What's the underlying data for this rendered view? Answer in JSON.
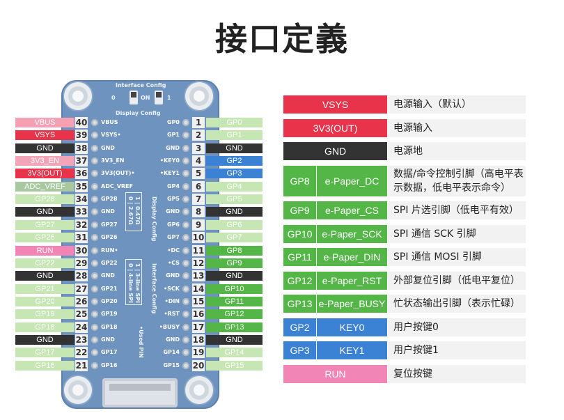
{
  "title": "接口定義",
  "colors": {
    "vbus": "#f6a0b4",
    "vsys": "#e8334a",
    "gnd": "#333333",
    "en": "#f2a5b8",
    "out": "#e8334a",
    "adc": "#a8c9a0",
    "gp_light": "#c6e7b4",
    "gp_green": "#55b648",
    "gp_blue": "#3b82d4",
    "run": "#f186b6",
    "board": "#6f93bf"
  },
  "board": {
    "top_caption": "Interface Config",
    "display_caption": "Display Config",
    "switch_on": "ON",
    "switch_labels": [
      "0",
      "1"
    ],
    "display_options": [
      "0 | 2.67Ω",
      "1 | 0.47Ω"
    ],
    "interface_caption": "Interface Config",
    "interface_options": [
      "0 | 4-line SPI",
      "1 | 3-line SPI"
    ],
    "used_pin": "•Used PIN"
  },
  "pins_left": [
    {
      "label": "VBUS",
      "num": "40",
      "name": "VBUS",
      "color": "vbus",
      "text": "#fff"
    },
    {
      "label": "VSYS",
      "num": "39",
      "name": "VSYS•",
      "color": "vsys",
      "text": "#fff"
    },
    {
      "label": "GND",
      "num": "38",
      "name": "GND",
      "color": "gnd",
      "text": "#fff"
    },
    {
      "label": "3V3_EN",
      "num": "37",
      "name": "3V3_EN",
      "color": "en",
      "text": "#fff"
    },
    {
      "label": "3V3(OUT)",
      "num": "36",
      "name": "3V3(OUT)•",
      "color": "out",
      "text": "#fff"
    },
    {
      "label": "ADC_VREF",
      "num": "35",
      "name": "ADC_VREF",
      "color": "adc",
      "text": "#fff"
    },
    {
      "label": "GP28",
      "num": "34",
      "name": "GP28",
      "color": "gp_light",
      "text": "#fff"
    },
    {
      "label": "GND",
      "num": "33",
      "name": "GND",
      "color": "gnd",
      "text": "#fff"
    },
    {
      "label": "GP27",
      "num": "32",
      "name": "GP27",
      "color": "gp_light",
      "text": "#fff"
    },
    {
      "label": "GP26",
      "num": "31",
      "name": "GP26",
      "color": "gp_light",
      "text": "#fff"
    },
    {
      "label": "RUN",
      "num": "30",
      "name": "RUN•",
      "color": "run",
      "text": "#fff"
    },
    {
      "label": "GP22",
      "num": "29",
      "name": "GP22",
      "color": "gp_light",
      "text": "#fff"
    },
    {
      "label": "GND",
      "num": "28",
      "name": "GND",
      "color": "gnd",
      "text": "#fff"
    },
    {
      "label": "GP21",
      "num": "27",
      "name": "GP21",
      "color": "gp_light",
      "text": "#fff"
    },
    {
      "label": "GP20",
      "num": "26",
      "name": "GP20",
      "color": "gp_light",
      "text": "#fff"
    },
    {
      "label": "GP19",
      "num": "25",
      "name": "GP19",
      "color": "gp_light",
      "text": "#fff"
    },
    {
      "label": "GP18",
      "num": "24",
      "name": "GP18",
      "color": "gp_light",
      "text": "#fff"
    },
    {
      "label": "GND",
      "num": "23",
      "name": "GND",
      "color": "gnd",
      "text": "#fff"
    },
    {
      "label": "GP17",
      "num": "22",
      "name": "GP17",
      "color": "gp_light",
      "text": "#fff"
    },
    {
      "label": "GP16",
      "num": "21",
      "name": "GP16",
      "color": "gp_light",
      "text": "#fff"
    }
  ],
  "pins_right": [
    {
      "label": "GP0",
      "num": "1",
      "name": "GP0",
      "color": "gp_light",
      "text": "#fff"
    },
    {
      "label": "GP1",
      "num": "2",
      "name": "GP1",
      "color": "gp_light",
      "text": "#fff"
    },
    {
      "label": "GND",
      "num": "3",
      "name": "GND",
      "color": "gnd",
      "text": "#fff"
    },
    {
      "label": "GP2",
      "num": "4",
      "name": "•KEY0",
      "color": "gp_blue",
      "text": "#fff"
    },
    {
      "label": "GP3",
      "num": "5",
      "name": "•KEY1",
      "color": "gp_blue",
      "text": "#fff"
    },
    {
      "label": "GP4",
      "num": "6",
      "name": "GP4",
      "color": "gp_light",
      "text": "#fff"
    },
    {
      "label": "GP5",
      "num": "7",
      "name": "GP5",
      "color": "gp_light",
      "text": "#fff"
    },
    {
      "label": "GND",
      "num": "8",
      "name": "GND",
      "color": "gnd",
      "text": "#fff"
    },
    {
      "label": "GP6",
      "num": "9",
      "name": "GP6",
      "color": "gp_light",
      "text": "#fff"
    },
    {
      "label": "GP7",
      "num": "10",
      "name": "GP7",
      "color": "gp_light",
      "text": "#fff"
    },
    {
      "label": "GP8",
      "num": "11",
      "name": "•DC",
      "color": "gp_green",
      "text": "#fff"
    },
    {
      "label": "GP9",
      "num": "12",
      "name": "•CS",
      "color": "gp_green",
      "text": "#fff"
    },
    {
      "label": "GND",
      "num": "13",
      "name": "GND",
      "color": "gnd",
      "text": "#fff"
    },
    {
      "label": "GP10",
      "num": "14",
      "name": "•SCK",
      "color": "gp_green",
      "text": "#fff"
    },
    {
      "label": "GP11",
      "num": "15",
      "name": "•DIN",
      "color": "gp_green",
      "text": "#fff"
    },
    {
      "label": "GP12",
      "num": "16",
      "name": "•RST",
      "color": "gp_green",
      "text": "#fff"
    },
    {
      "label": "GP13",
      "num": "17",
      "name": "•BUSY",
      "color": "gp_green",
      "text": "#fff"
    },
    {
      "label": "GND",
      "num": "18",
      "name": "GND",
      "color": "gnd",
      "text": "#fff"
    },
    {
      "label": "GP14",
      "num": "19",
      "name": "GP14",
      "color": "gp_light",
      "text": "#fff"
    },
    {
      "label": "GP15",
      "num": "20",
      "name": "GP15",
      "color": "gp_light",
      "text": "#fff"
    }
  ],
  "table": [
    {
      "pin": "VSYS",
      "func": "",
      "desc": "电源输入（默认）",
      "color": "vsys",
      "h": 26
    },
    {
      "pin": "3V3(OUT)",
      "func": "",
      "desc": "电源输入",
      "color": "out",
      "h": 26
    },
    {
      "pin": "GND",
      "func": "",
      "desc": "电源地",
      "color": "gnd",
      "h": 26
    },
    {
      "pin": "GP8",
      "func": "e-Paper_DC",
      "desc": "数据/命令控制引脚（高电平表示数据，低电平表示命令）",
      "color": "gp_green",
      "h": 44
    },
    {
      "pin": "GP9",
      "func": "e-Paper_CS",
      "desc": "SPI 片选引脚（低电平有效）",
      "color": "gp_green",
      "h": 26
    },
    {
      "pin": "GP10",
      "func": "e-Paper_SCK",
      "desc": "SPI 通信 SCK 引脚",
      "color": "gp_green",
      "h": 26
    },
    {
      "pin": "GP11",
      "func": "e-Paper_DIN",
      "desc": "SPI 通信 MOSI 引脚",
      "color": "gp_green",
      "h": 26
    },
    {
      "pin": "GP12",
      "func": "e-Paper_RST",
      "desc": "外部复位引脚（低电平复位）",
      "color": "gp_green",
      "h": 26
    },
    {
      "pin": "GP13",
      "func": "e-Paper_BUSY",
      "desc": "忙状态输出引脚（表示忙碌）",
      "color": "gp_green",
      "h": 26
    },
    {
      "pin": "GP2",
      "func": "KEY0",
      "desc": "用户按键0",
      "color": "gp_blue",
      "h": 26
    },
    {
      "pin": "GP3",
      "func": "KEY1",
      "desc": "用户按键1",
      "color": "gp_blue",
      "h": 26
    },
    {
      "pin": "RUN",
      "func": "",
      "desc": "复位按键",
      "color": "run",
      "h": 26
    }
  ]
}
